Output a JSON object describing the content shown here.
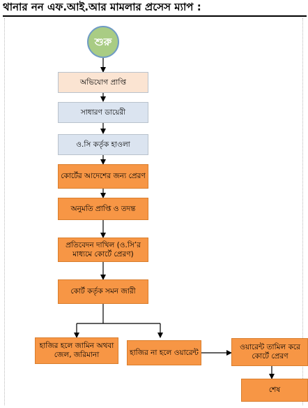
{
  "title": "থানার নন এফ.আই.আর মামলার প্রসেস ম্যাপ  :",
  "nodes": {
    "start": "শুরু",
    "complaint": "অভিযোগ প্রাপ্তি",
    "gd": "সাধারণ ডায়েরী",
    "oc_handover": "ও.সি কর্তৃক হাওলা",
    "court_order": "কোর্টের আদেশের জন্য প্রেরণ",
    "permission": "অনুমতি প্রাপ্তি ও তদন্ত",
    "report": "প্রতিবেদন দাখিল (ও.সি’র মাধ্যমে কোর্টে প্রেরণ)",
    "summons": "কোর্ট কর্তৃক সমন জারী",
    "present": "হাজির হলে জামিন অথবা জেল, জরিমানা",
    "absent": "হাজির না হলে ওয়ারেন্ট",
    "warrant": "ওয়ারেন্ট তামিল করে কোর্টে প্রেরণ",
    "end": "শেষ"
  },
  "colors": {
    "start_fill": "#a9cc84",
    "peach": "#fbe4d2",
    "light_blue": "#dbe4f0",
    "orange": "#f79645"
  }
}
